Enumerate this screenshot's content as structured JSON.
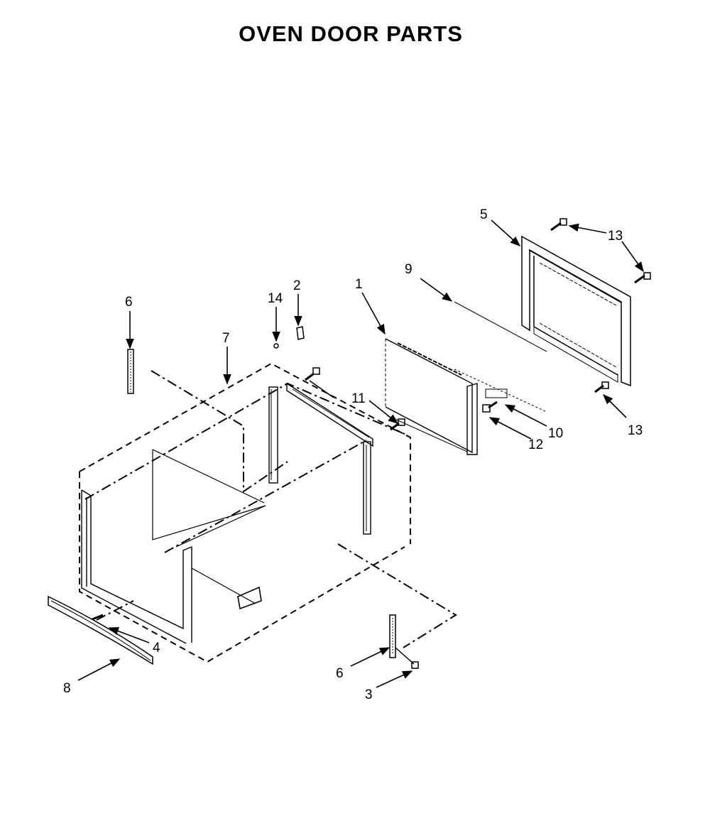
{
  "title": "OVEN DOOR PARTS",
  "callouts": {
    "part_1": "1",
    "part_2": "2",
    "part_3": "3",
    "part_4": "4",
    "part_5": "5",
    "part_6_left": "6",
    "part_6_right": "6",
    "part_7": "7",
    "part_8": "8",
    "part_9": "9",
    "part_10": "10",
    "part_11": "11",
    "part_12": "12",
    "part_13_top": "13",
    "part_13_bottom": "13",
    "part_14": "14"
  },
  "colors": {
    "ink": "#000000",
    "paper": "#ffffff"
  }
}
